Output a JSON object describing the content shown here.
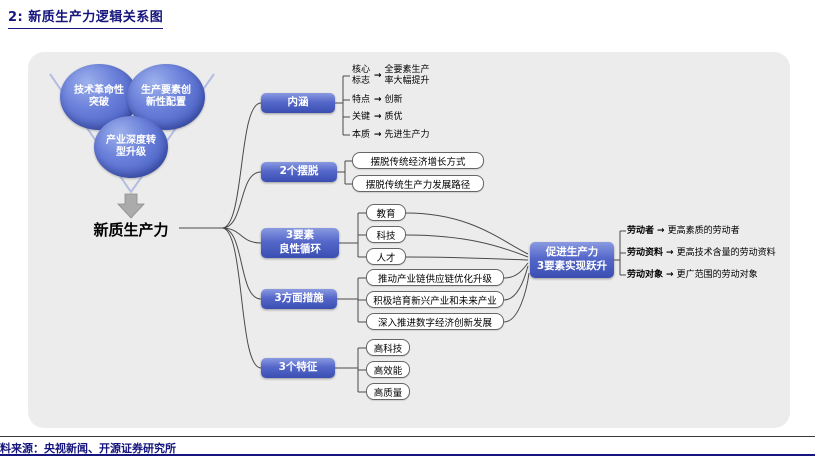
{
  "title": "2: 新质生产力逻辑关系图",
  "source": "料来源：央视新闻、开源证券研究所",
  "arrow": "→",
  "colors": {
    "accent": "#15157d",
    "node_blue": "#5568ca",
    "panel_gray": "#ececec"
  },
  "funnel": {
    "circle1": "技术革命性突破",
    "circle2": "生产要素创新性配置",
    "circle3": "产业深度转型升级",
    "result": "新质生产力"
  },
  "branches": {
    "connotation": {
      "label": "内涵",
      "items": [
        {
          "key": "核心\n标志",
          "value": "全要素生产\n率大幅提升"
        },
        {
          "key": "特点",
          "value": "创新"
        },
        {
          "key": "关键",
          "value": "质优"
        },
        {
          "key": "本质",
          "value": "先进生产力"
        }
      ]
    },
    "breakaways": {
      "label": "2个摆脱",
      "items": [
        "摆脱传统经济增长方式",
        "摆脱传统生产力发展路径"
      ]
    },
    "elements": {
      "label": "3要素\n良性循环",
      "items": [
        "教育",
        "科技",
        "人才"
      ]
    },
    "measures": {
      "label": "3方面措施",
      "items": [
        "推动产业链供应链优化升级",
        "积极培育新兴产业和未来产业",
        "深入推进数字经济创新发展"
      ]
    },
    "features": {
      "label": "3个特征",
      "items": [
        "高科技",
        "高效能",
        "高质量"
      ]
    }
  },
  "promotion": {
    "label": "促进生产力\n3要素实现跃升",
    "items": [
      {
        "key": "劳动者",
        "value": "更高素质的劳动者"
      },
      {
        "key": "劳动资料",
        "value": "更高技术含量的劳动资料"
      },
      {
        "key": "劳动对象",
        "value": "更广范围的劳动对象"
      }
    ]
  }
}
